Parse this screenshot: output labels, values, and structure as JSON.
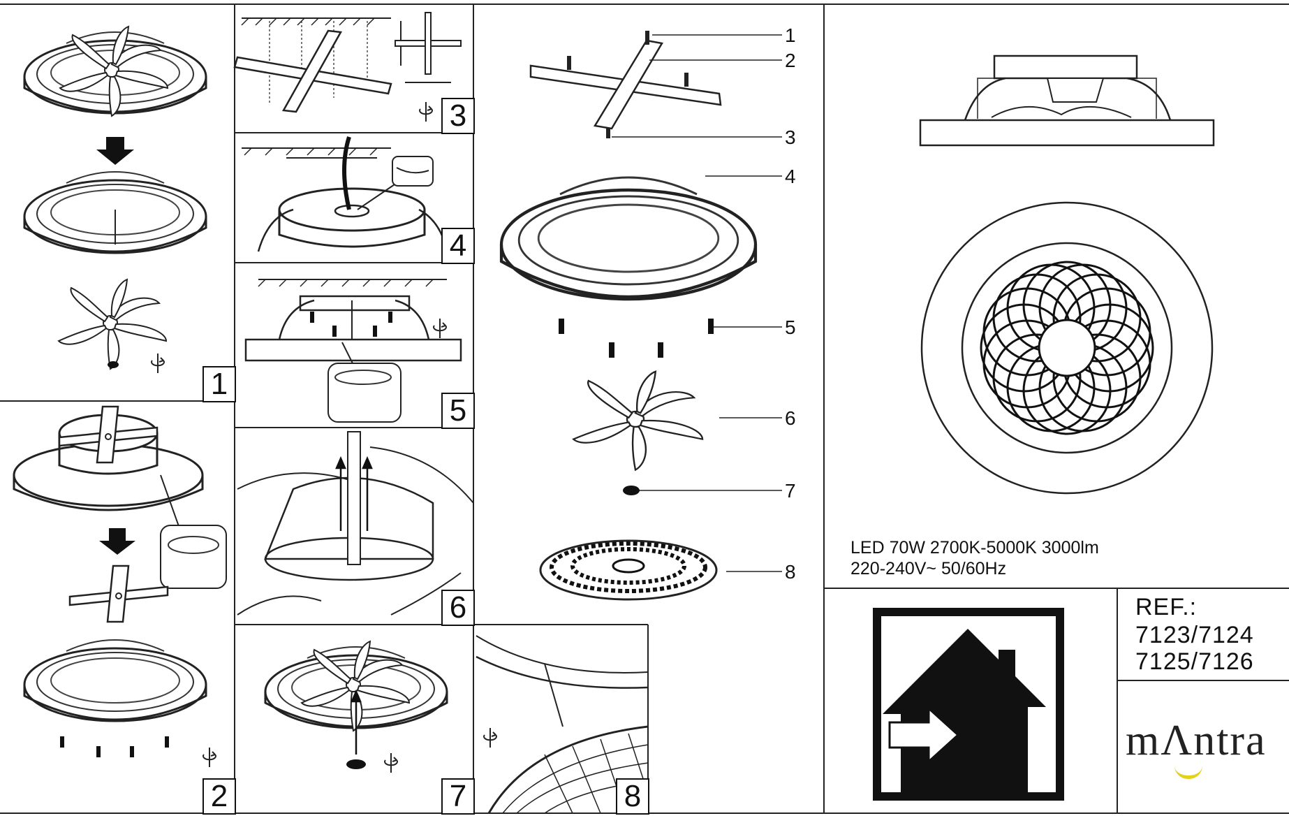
{
  "steps": [
    "1",
    "2",
    "3",
    "4",
    "5",
    "6",
    "7",
    "8"
  ],
  "parts": [
    "1",
    "2",
    "3",
    "4",
    "5",
    "6",
    "7",
    "8"
  ],
  "specs": {
    "line1": "LED 70W 2700K-5000K 3000lm",
    "line2": "220-240V~ 50/60Hz"
  },
  "reference": {
    "label": "REF.:",
    "codes_line1": "7123/7124",
    "codes_line2": "7125/7126"
  },
  "brand": {
    "name_before": "m",
    "name_mark": "Λ",
    "name_after": "ntra",
    "swoosh_color": "#e2d21a"
  },
  "icons": [
    "indoor-use-house-icon",
    "rotate-screw-icon",
    "down-arrow-icon"
  ]
}
